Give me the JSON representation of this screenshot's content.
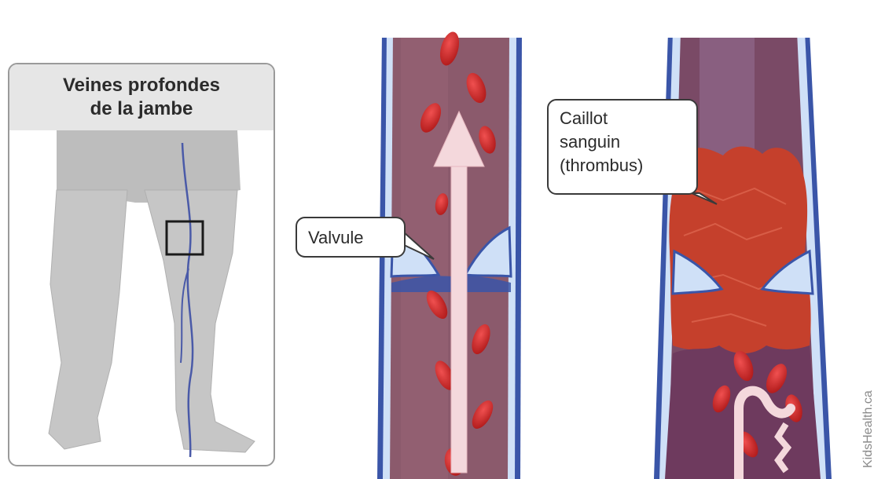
{
  "leg_panel": {
    "title_line1": "Veines profondes",
    "title_line2": "de la jambe"
  },
  "valve_callout": {
    "label": "Valvule"
  },
  "clot_callout": {
    "line1": "Caillot",
    "line2": "sanguin",
    "line3": "(thrombus)"
  },
  "credit": {
    "text": "KidsHealth.ca"
  },
  "colors": {
    "vein_wall": "#3a55a8",
    "vein_wall_light": "#cfe0f7",
    "vein_interior": "#8a5a6a",
    "blood_cell": "#d42a2a",
    "clot": "#c5402c",
    "arrow": "#f4d8dc",
    "leg": "#c6c6c6"
  }
}
